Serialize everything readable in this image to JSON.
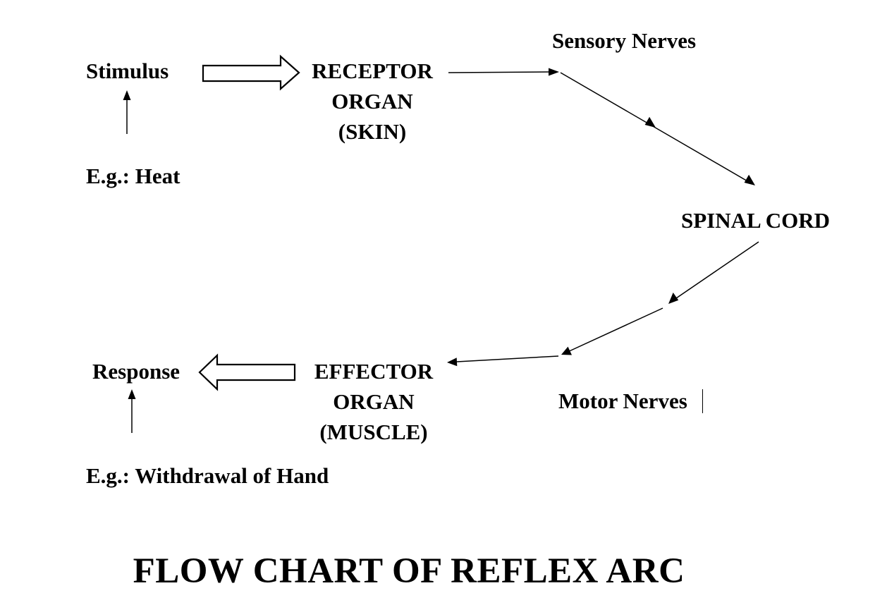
{
  "diagram": {
    "title": "FLOW CHART OF REFLEX ARC",
    "nodes": {
      "stimulus": "Stimulus",
      "stimulus_example": "E.g.: Heat",
      "receptor": [
        "RECEPTOR",
        "ORGAN",
        "(SKIN)"
      ],
      "sensory_nerves": "Sensory Nerves",
      "spinal_cord": "SPINAL CORD",
      "motor_nerves": "Motor Nerves",
      "effector": [
        "EFFECTOR",
        "ORGAN",
        "(MUSCLE)"
      ],
      "response": "Response",
      "response_example": "E.g.: Withdrawal of Hand"
    },
    "edges": [
      {
        "from": "stimulus_example",
        "to": "stimulus",
        "style": "thin-arrow"
      },
      {
        "from": "stimulus",
        "to": "receptor",
        "style": "hollow-block-arrow"
      },
      {
        "from": "receptor",
        "to": "sensory_nerves",
        "style": "thin-arrow"
      },
      {
        "from": "sensory_nerves",
        "to": "spinal_cord",
        "style": "thin-arrow"
      },
      {
        "from": "spinal_cord",
        "to": "motor_nerves",
        "style": "thin-arrow"
      },
      {
        "from": "motor_nerves",
        "to": "effector",
        "style": "thin-arrow"
      },
      {
        "from": "effector",
        "to": "response",
        "style": "hollow-block-arrow"
      },
      {
        "from": "response_example",
        "to": "response",
        "style": "thin-arrow"
      }
    ],
    "colors": {
      "ink": "#000000",
      "background": "#ffffff"
    }
  }
}
